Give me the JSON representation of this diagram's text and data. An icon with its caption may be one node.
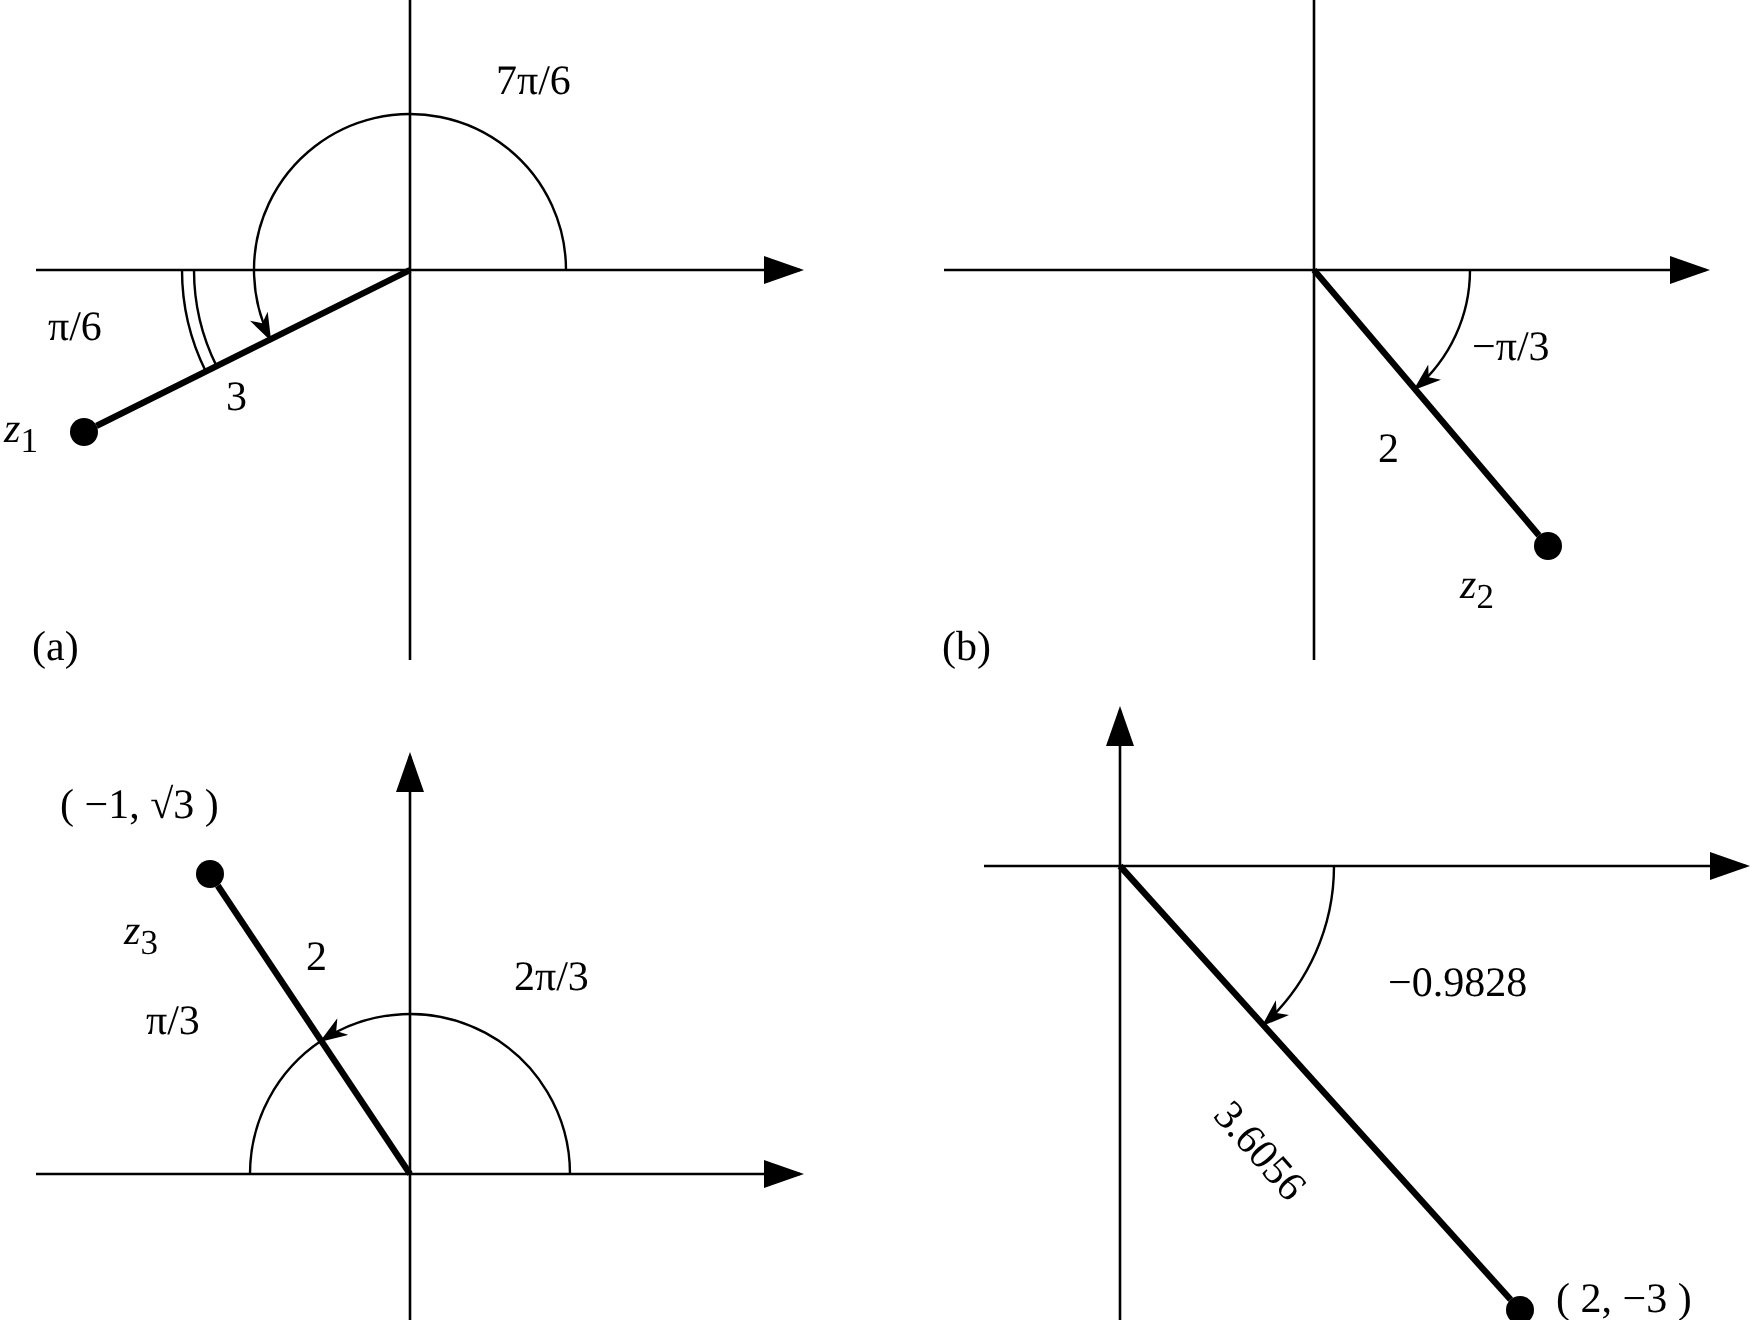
{
  "diagram": {
    "nodes": [
      {
        "text": [
          "*z*$_{1}$"
        ]
      },
      {
        "text": [
          "*z*$_{2}$"
        ]
      },
      {
        "text": [
          "*z*$_{3}$"
        ],
        "beside": [
          "( −1, √3 )"
        ]
      },
      {
        "text": [
          "( 2, −3 )"
        ]
      }
    ],
    "edges": [
      {
        "from": null,
        "to": 0,
        "arrow": "none",
        "label": "3"
      },
      {
        "from": null,
        "to": 1,
        "arrow": "none",
        "label": "2"
      },
      {
        "from": null,
        "to": 2,
        "arrow": "none",
        "label": "2"
      },
      {
        "from": null,
        "to": 3,
        "arrow": "none",
        "label": "3.6056"
      }
    ],
    "labels": [
      "7π/6",
      "π/6",
      "−π/3",
      "(a)",
      "(b)",
      "2π/3",
      "π/3",
      "−0.9828"
    ]
  }
}
